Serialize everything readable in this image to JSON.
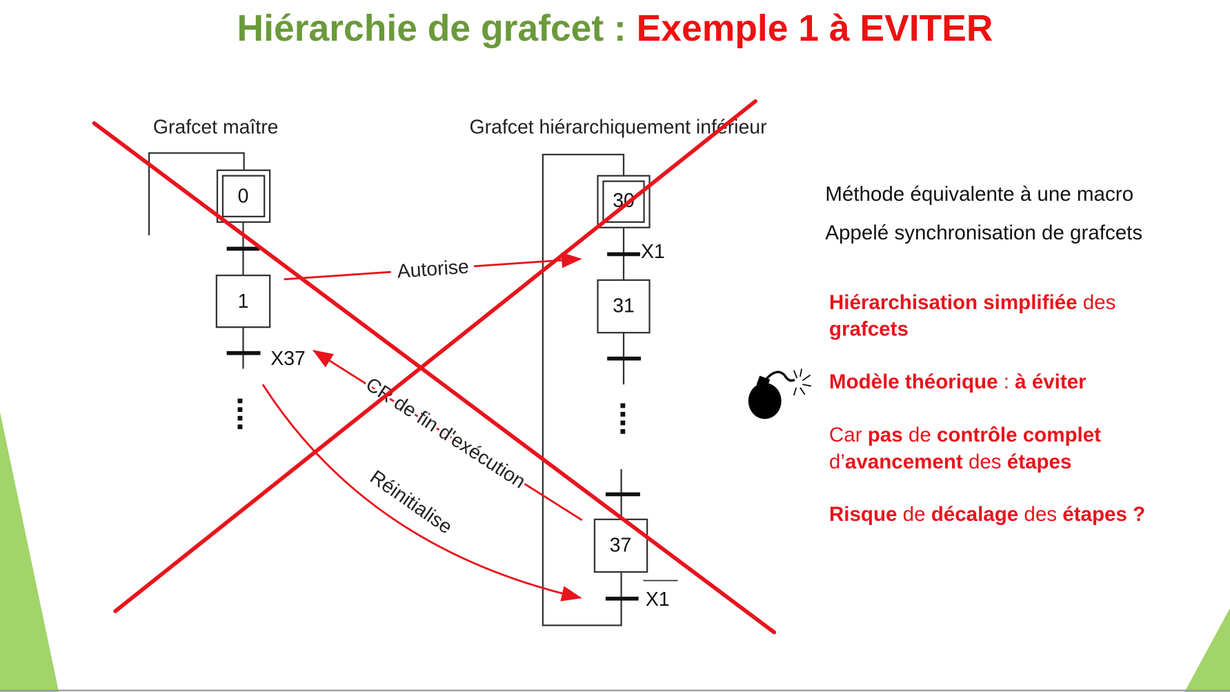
{
  "title": {
    "part1": "Hiérarchie de grafcet : ",
    "part2": "Exemple 1 à EVITER",
    "color1": "#6a9a3a",
    "color2": "#ee1111"
  },
  "diagram": {
    "master_label": "Grafcet maître",
    "slave_label": "Grafcet hiérarchiquement inférieur",
    "master_steps": [
      "0",
      "1"
    ],
    "master_transition": "X37",
    "slave_steps": [
      "30",
      "31",
      "37"
    ],
    "slave_transition_top": "X1",
    "slave_transition_bottom": "X1",
    "arrow_autorise": "Autorise",
    "arrow_cr": "CR de fin d'exécution",
    "arrow_reinit": "Réinitialise"
  },
  "notes": {
    "line1": "Méthode équivalente à une macro",
    "line2": "Appelé synchronisation de grafcets",
    "p1": {
      "a": "Hiérarchisation simplifiée",
      "b": " des",
      "c": "grafcets"
    },
    "p2": {
      "a": "Modèle théorique",
      "b": " : ",
      "c": "à éviter"
    },
    "p3": {
      "a": "Car ",
      "b": "pas",
      "c": " de ",
      "d": "contrôle complet",
      "e": "d’",
      "f": "avancement",
      "g": " des ",
      "h": "étapes"
    },
    "p4": {
      "a": "Risque",
      "b": " de ",
      "c": "décalage",
      "d": " des ",
      "e": "étapes ?"
    }
  },
  "icons": {
    "bomb": "bomb-icon"
  },
  "colors": {
    "accent_green": "#a2d46a",
    "cross_red": "#e8141c"
  }
}
